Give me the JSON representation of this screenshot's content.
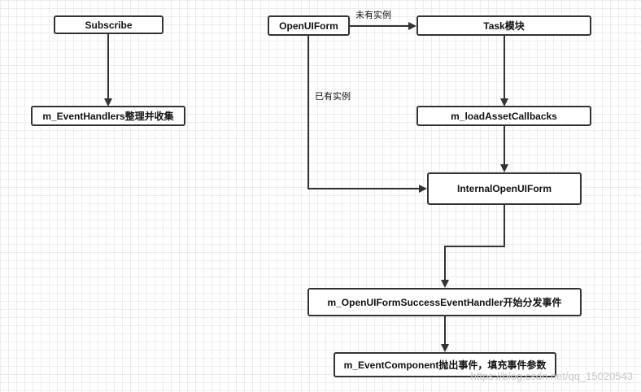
{
  "nodes": {
    "subscribe": "Subscribe",
    "event_handlers": "m_EventHandlers整理并收集",
    "open_ui_form": "OpenUIForm",
    "task_module": "Task模块",
    "load_asset_callbacks": "m_loadAssetCallbacks",
    "internal_open_ui_form": "InternalOpenUIForm",
    "success_handler": "m_OpenUIFormSuccessEventHandler开始分发事件",
    "event_component": "m_EventComponent抛出事件，填充事件参数"
  },
  "edge_labels": {
    "no_instance": "未有实例",
    "has_instance": "已有实例"
  },
  "watermark": "https://blog.csdn.net/qq_15020543",
  "colors": {
    "stroke": "#333333",
    "node_fill": "#ffffff",
    "grid": "#ececec"
  }
}
